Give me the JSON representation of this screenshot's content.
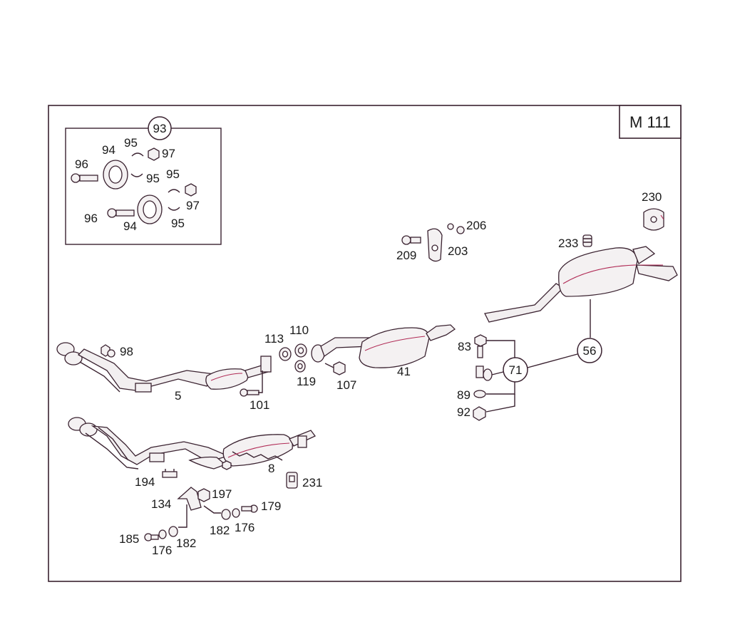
{
  "engine_code": "M 111",
  "inset": {
    "group": "93",
    "labels": [
      "94",
      "95",
      "97",
      "96",
      "95",
      "95",
      "97",
      "96",
      "94",
      "95"
    ]
  },
  "callouts": {
    "c98": "98",
    "c5": "5",
    "c101": "101",
    "c113": "113",
    "c110": "110",
    "c119": "119",
    "c107": "107",
    "c41": "41",
    "c209": "209",
    "c206": "206",
    "c203": "203",
    "c233": "233",
    "c230": "230",
    "c83": "83",
    "c71": "71",
    "c56": "56",
    "c89": "89",
    "c92": "92",
    "c8": "8",
    "c194": "194",
    "c231": "231",
    "c134": "134",
    "c197": "197",
    "c179": "179",
    "c182a": "182",
    "c176a": "176",
    "c185": "185",
    "c176b": "176",
    "c182b": "182"
  },
  "colors": {
    "line": "#3a2230",
    "frame": "#b3284f",
    "accent": "#b02a55"
  }
}
